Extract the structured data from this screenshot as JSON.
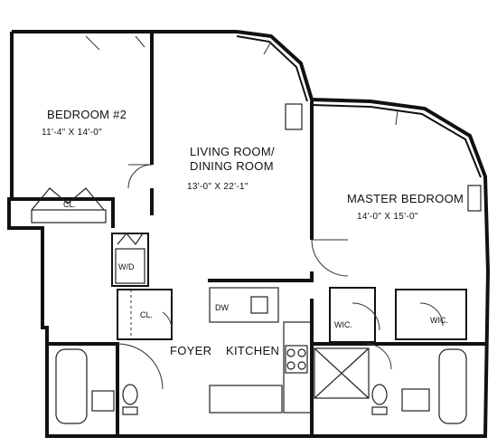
{
  "rooms": {
    "bedroom2": {
      "name": "BEDROOM #2",
      "dims": "11'-4\" X 14'-0\""
    },
    "living": {
      "name_line1": "LIVING ROOM/",
      "name_line2": "DINING ROOM",
      "dims": "13'-0\" X 22'-1\""
    },
    "master": {
      "name": "MASTER BEDROOM",
      "dims": "14'-0\" X 15'-0\""
    },
    "foyer": {
      "name": "FOYER"
    },
    "kitchen": {
      "name": "KITCHEN"
    }
  },
  "labels": {
    "closet_bedroom2": "CL.",
    "washer_dryer": "W/D",
    "closet_foyer": "CL.",
    "wic_left": "WIC.",
    "wic_right": "WIC.",
    "dishwasher": "DW"
  }
}
